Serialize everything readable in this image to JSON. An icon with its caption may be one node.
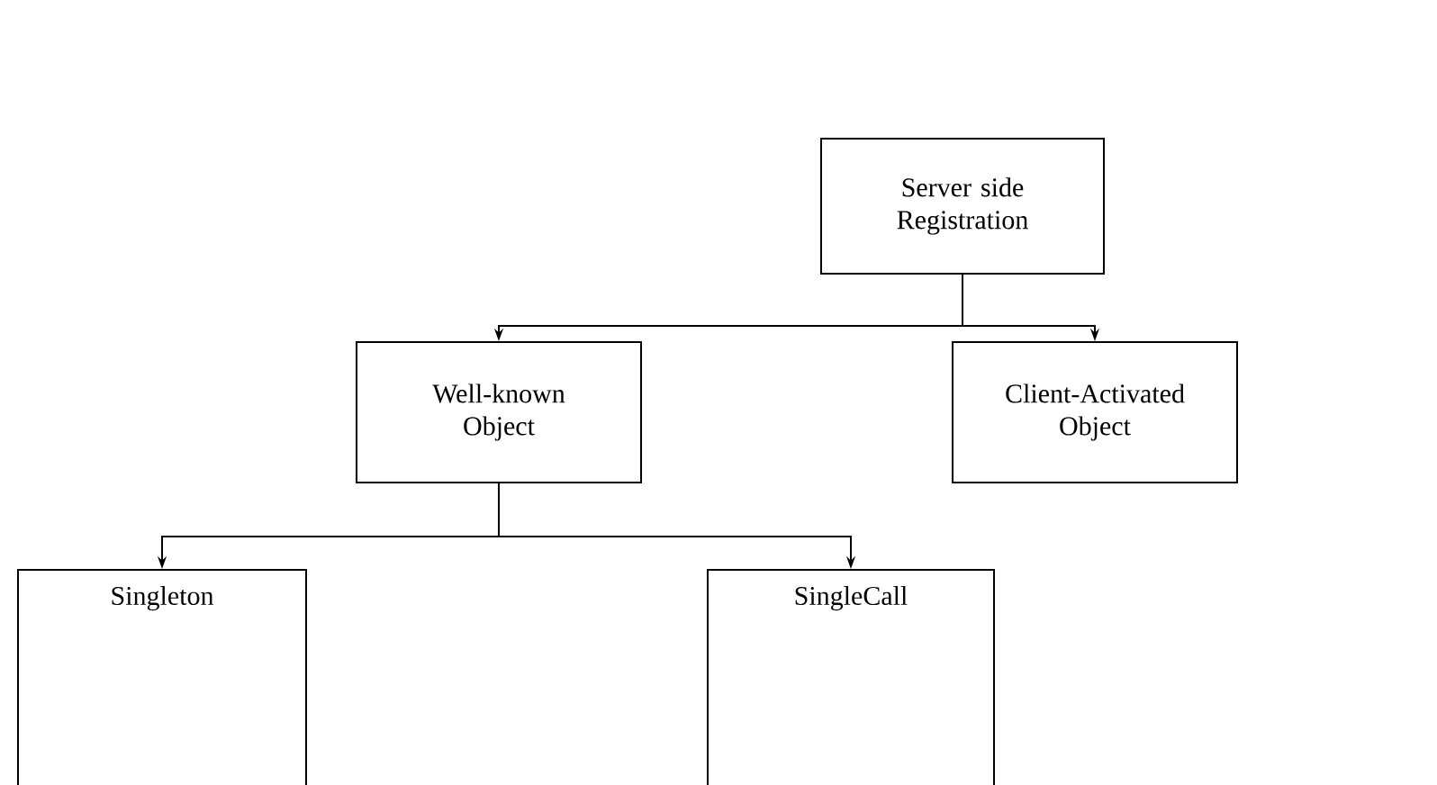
{
  "diagram": {
    "nodes": [
      {
        "text": [
          "Server side Registration"
        ]
      },
      {
        "text": [
          "Well-known Object"
        ]
      },
      {
        "text": [
          "Client-Activated Object"
        ]
      },
      {
        "text": [
          "Singleton"
        ]
      },
      {
        "text": [
          "SingleCall"
        ]
      }
    ],
    "edges": [
      {
        "from": 0,
        "to": 1,
        "arrow": "to"
      },
      {
        "from": 0,
        "to": 2,
        "arrow": "to"
      },
      {
        "from": 1,
        "to": 3,
        "arrow": "to"
      },
      {
        "from": 1,
        "to": 4,
        "arrow": "to"
      }
    ]
  }
}
